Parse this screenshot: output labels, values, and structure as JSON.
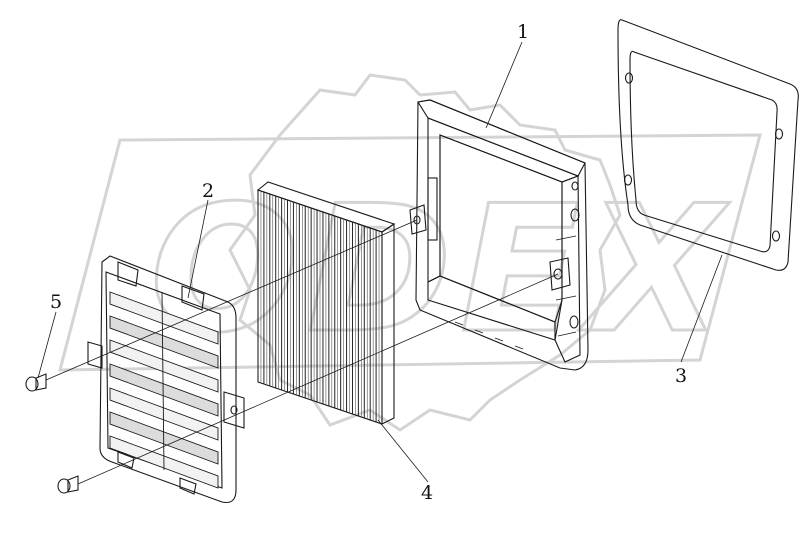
{
  "colors": {
    "line": "#1a1a1a",
    "watermark": "#d4d4d4",
    "part_fill": "#e9e9e9",
    "part_shade": "#c9c9c9",
    "filter_dark": "#2a2a2a"
  },
  "callouts": {
    "n1": "1",
    "n2": "2",
    "n3": "3",
    "n4": "4",
    "n5": "5"
  },
  "watermark": {
    "text": "ODEX"
  }
}
